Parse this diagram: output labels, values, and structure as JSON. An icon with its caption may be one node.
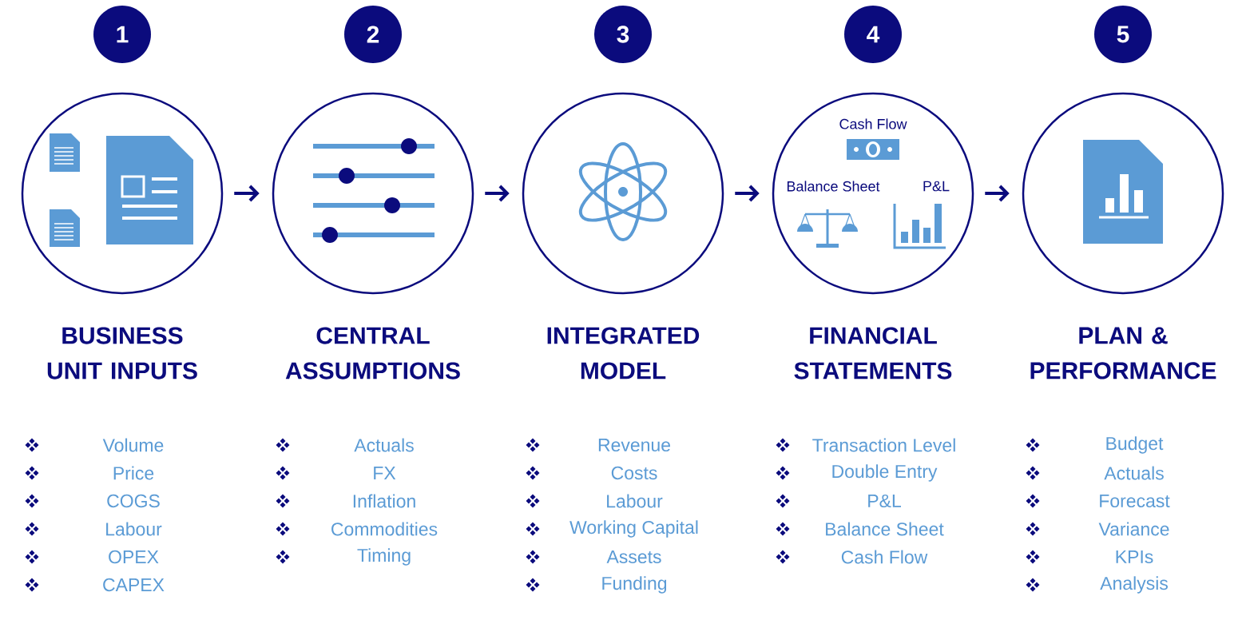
{
  "diagram": {
    "nodes": [
      {
        "text": [
          "1"
        ]
      },
      {
        "text": [
          "2"
        ]
      },
      {
        "text": [
          "3"
        ]
      },
      {
        "text": [
          "4"
        ]
      },
      {
        "text": [
          "5"
        ]
      },
      {
        "text": [],
        "shape": "circle",
        "beside": [
          "BUSINESS UNIT INPUTS",
          "Volume",
          "Price",
          "COGS",
          "Labour",
          "OPEX",
          "CAPEX"
        ]
      },
      {
        "text": [],
        "shape": "circle",
        "beside": [
          "CENTRAL ASSUMPTIONS",
          "Actuals",
          "FX",
          "Inflation",
          "Commodities",
          "Timing"
        ]
      },
      {
        "text": [],
        "shape": "circle",
        "beside": [
          "INTEGRATED MODEL",
          "Revenue",
          "Costs",
          "Labour",
          "Working Capital",
          "Assets",
          "Funding"
        ]
      },
      {
        "text": [
          "Cash Flow",
          "Balance Sheet",
          "P&L"
        ],
        "beside": [
          "FINANCIAL STATEMENTS",
          "Transaction Level",
          "Double Entry",
          "P&L",
          "Balance Sheet",
          "Cash Flow"
        ]
      },
      {
        "text": [],
        "shape": "circle",
        "beside": [
          "PLAN & PERFORMANCE",
          "Budget",
          "Actuals",
          "Forecast",
          "Variance",
          "KPIs",
          "Analysis"
        ]
      }
    ],
    "edges": [
      {
        "from": 5,
        "to": 6,
        "arrow": "to"
      },
      {
        "from": 6,
        "to": 7,
        "arrow": "to"
      },
      {
        "from": 7,
        "to": 8,
        "arrow": "to"
      },
      {
        "from": 8,
        "to": 9,
        "arrow": "to"
      }
    ]
  }
}
